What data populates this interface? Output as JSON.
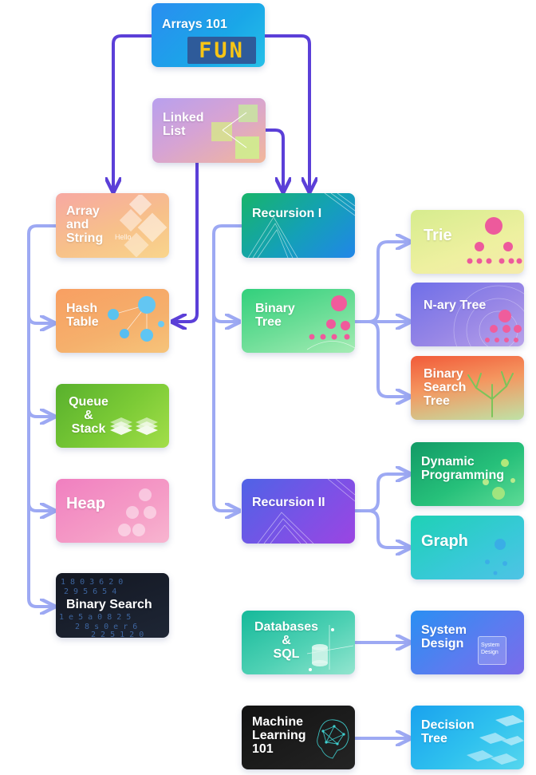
{
  "nodes": {
    "arrays101": "Arrays 101",
    "fun_badge": "FUN",
    "linked_list": "Linked\nList",
    "array_string": "Array\nand\nString",
    "array_string_deco": "Hello",
    "hash_table": "Hash\nTable",
    "queue_stack": "Queue\n&\nStack",
    "heap": "Heap",
    "binary_search": "Binary Search",
    "recursion1": "Recursion I",
    "binary_tree": "Binary\nTree",
    "recursion2": "Recursion II",
    "trie": "Trie",
    "nary_tree": "N-ary Tree",
    "bst": "Binary\nSearch\nTree",
    "dynamic_programming": "Dynamic\nProgramming",
    "graph": "Graph",
    "databases_sql": "Databases\n&\nSQL",
    "system_design": "System\nDesign",
    "system_design_deco": "System\nDesign",
    "machine_learning": "Machine\nLearning\n101",
    "decision_tree": "Decision\nTree"
  },
  "colors": {
    "edge_dark": "#5b3fd8",
    "edge_light": "#9da9f3"
  }
}
